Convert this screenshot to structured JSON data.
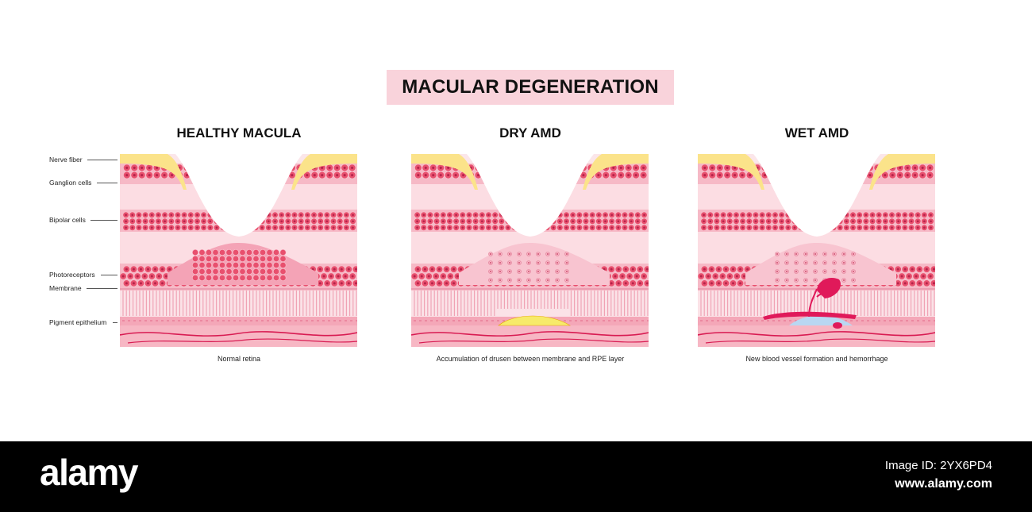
{
  "title": "MACULAR DEGENERATION",
  "panels": [
    {
      "title": "HEALTHY MACULA",
      "caption": "Normal retina"
    },
    {
      "title": "DRY AMD",
      "caption": "Accumulation of drusen between membrane and RPE layer"
    },
    {
      "title": "WET AMD",
      "caption": "New blood vessel formation and hemorrhage"
    }
  ],
  "layer_labels": [
    "Nerve fiber",
    "Ganglion cells",
    "Bipolar cells",
    "Photoreceptors",
    "Membrane",
    "Pigment epithelium"
  ],
  "footer": {
    "brand": "alamy",
    "image_id": "Image ID: 2YX6PD4",
    "url": "www.alamy.com"
  },
  "colors": {
    "title_bg": "#f9d3db",
    "layer_light": "#fbd6dc",
    "cell": "#e8506e",
    "nerve": "#fbe38a",
    "drusen": "#f7ea6a",
    "fluid": "#b9d7f2",
    "blood": "#e0195a"
  }
}
